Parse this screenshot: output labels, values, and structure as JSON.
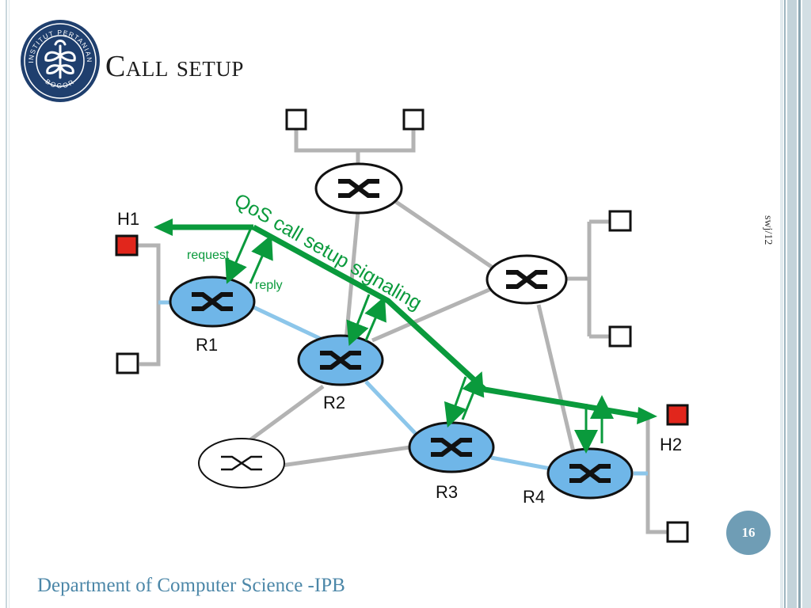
{
  "slide": {
    "title": "Call setup",
    "side_ref": "swj/12",
    "page_number": "16",
    "footer": "Department of Computer Science -IPB"
  },
  "logo": {
    "icon": "ipb-seal-icon",
    "ring_text": "INSTITUT PERTANIAN",
    "bottom_text": "BOGOR"
  },
  "diagram": {
    "signaling_label": "QoS call setup signaling",
    "hosts": {
      "h1": "H1",
      "h2": "H2"
    },
    "routers": {
      "r1": "R1",
      "r2": "R2",
      "r3": "R3",
      "r4": "R4"
    },
    "arrows": {
      "request": "request",
      "reply": "reply"
    }
  },
  "colors": {
    "signal_green": "#0a9a3c",
    "active_router": "#6fb6e8",
    "active_link": "#8cc6ea",
    "inactive_link": "#b3b3b3",
    "host_red": "#e1261c",
    "accent_blue": "#4c87a8"
  }
}
